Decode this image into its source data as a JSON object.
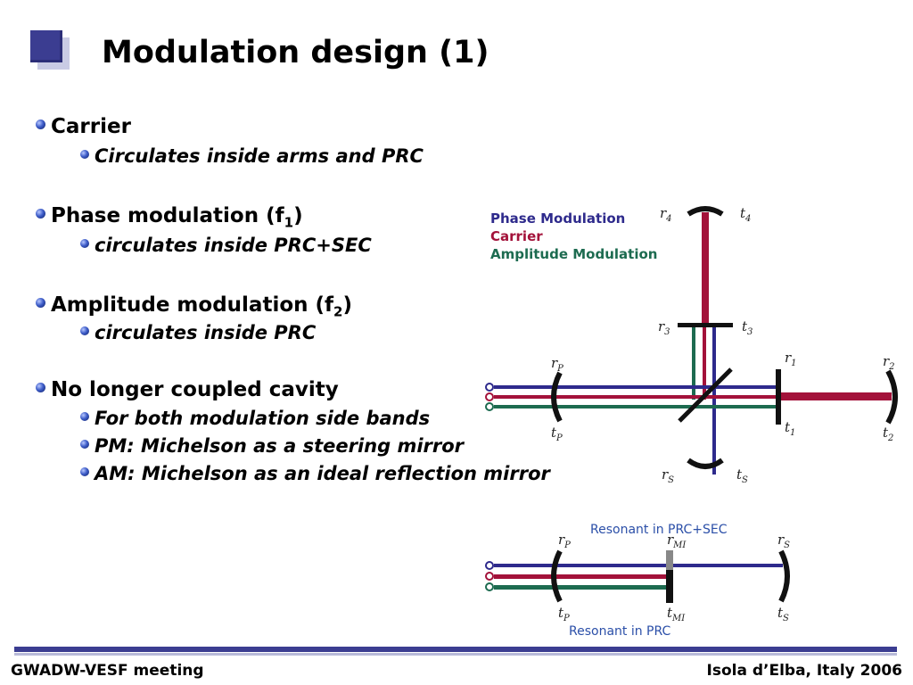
{
  "slide": {
    "title": "Modulation design (1)"
  },
  "bullets": [
    {
      "text": "Carrier",
      "children": [
        "Circulates inside arms and PRC"
      ]
    },
    {
      "text": "Phase modulation (f",
      "sub": "1",
      "tail": ")",
      "children": [
        "circulates inside PRC+SEC"
      ]
    },
    {
      "text": "Amplitude modulation (f",
      "sub": "2",
      "tail": ")",
      "children": [
        "circulates inside PRC"
      ]
    },
    {
      "text": "No longer coupled cavity",
      "children": [
        "For both modulation side bands",
        "PM: Michelson as a steering mirror",
        "AM: Michelson as an ideal reflection mirror"
      ]
    }
  ],
  "diagram_top": {
    "legend": [
      "Phase Modulation",
      "Carrier",
      "Amplitude Modulation"
    ],
    "labels": {
      "r4": "r",
      "r4_sub": "4",
      "t4": "t",
      "t4_sub": "4",
      "r3": "r",
      "r3_sub": "3",
      "t3": "t",
      "t3_sub": "3",
      "rP": "r",
      "rP_sub": "P",
      "tP": "t",
      "tP_sub": "P",
      "r1": "r",
      "r1_sub": "1",
      "t1": "t",
      "t1_sub": "1",
      "r2": "r",
      "r2_sub": "2",
      "t2": "t",
      "t2_sub": "2",
      "rS": "r",
      "rS_sub": "S",
      "tS": "t",
      "tS_sub": "S"
    }
  },
  "diagram_bottom": {
    "caption_top": "Resonant in PRC+SEC",
    "caption_bottom": "Resonant in PRC",
    "labels": {
      "rP": "r",
      "rP_sub": "P",
      "tP": "t",
      "tP_sub": "P",
      "rMI": "r",
      "rMI_sub": "MI",
      "tMI": "t",
      "tMI_sub": "MI",
      "rS": "r",
      "rS_sub": "S",
      "tS": "t",
      "tS_sub": "S"
    }
  },
  "footer": {
    "left": "GWADW-VESF meeting",
    "right": "Isola d’Elba, Italy 2006"
  },
  "colors": {
    "phase_modulation": "#2e2a8c",
    "carrier": "#a3123a",
    "amplitude_modulation": "#1d6b50",
    "title_square": "#3b3d91",
    "footer_bar": "#3b3d91",
    "caption_blue": "#2b4fa8"
  }
}
